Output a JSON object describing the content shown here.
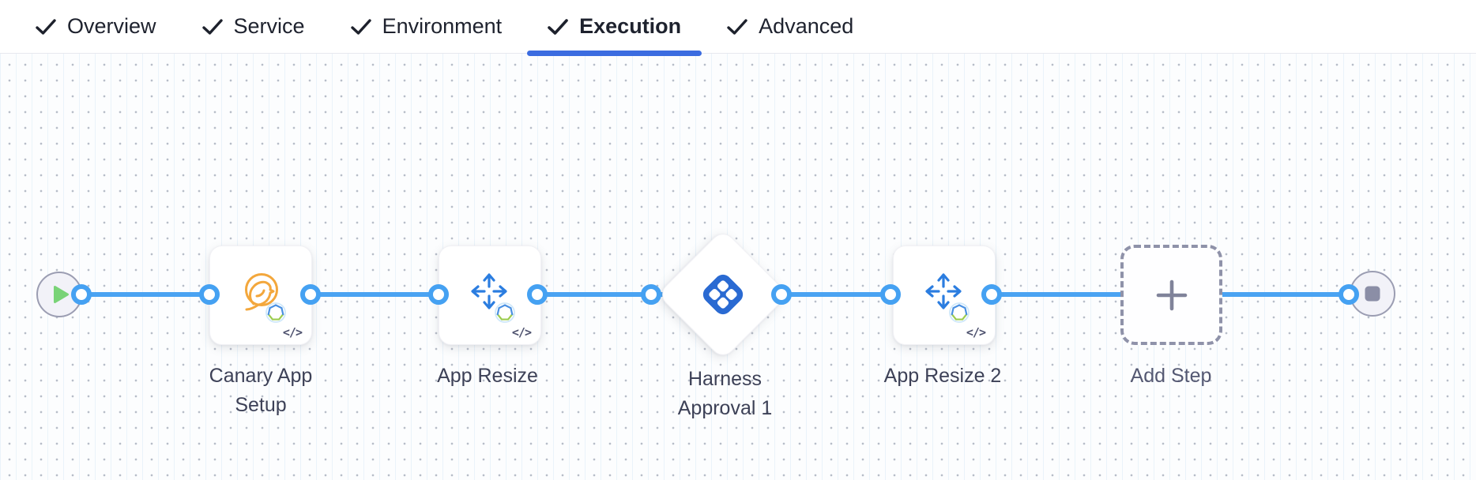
{
  "header": {
    "tabs": [
      {
        "label": "Overview",
        "icon": "check-icon",
        "completed": true,
        "active": false
      },
      {
        "label": "Service",
        "icon": "check-icon",
        "completed": true,
        "active": false
      },
      {
        "label": "Environment",
        "icon": "check-icon",
        "completed": true,
        "active": false
      },
      {
        "label": "Execution",
        "icon": "check-icon",
        "completed": true,
        "active": true
      },
      {
        "label": "Advanced",
        "icon": "check-icon",
        "completed": true,
        "active": false
      }
    ]
  },
  "pipeline": {
    "start_node": {
      "icon": "play-icon"
    },
    "end_node": {
      "icon": "stop-icon"
    },
    "steps": [
      {
        "label": "Canary App Setup",
        "icon": "canary-bird-icon",
        "gear_badge": true,
        "code_badge": "</>"
      },
      {
        "label": "App Resize",
        "icon": "resize-arrows-icon",
        "gear_badge": true,
        "code_badge": "</>"
      },
      {
        "label": "Harness Approval 1",
        "icon": "harness-logo-icon",
        "gear_badge": false,
        "code_badge": ""
      },
      {
        "label": "App Resize 2",
        "icon": "resize-arrows-icon",
        "gear_badge": true,
        "code_badge": "</>"
      }
    ],
    "add_step": {
      "label": "Add Step",
      "icon": "plus-icon"
    }
  },
  "colors": {
    "connector_blue": "#4aa3f2",
    "active_tab_underline": "#3b6ce0",
    "canary_orange": "#f3a73c",
    "arrows_blue": "#2b7de0",
    "harness_logo_blue": "#2a6ad2",
    "play_green": "#79d377",
    "stop_gray": "#8b8ea6",
    "label_text": "#3d4157",
    "tab_text": "#1e222e"
  }
}
